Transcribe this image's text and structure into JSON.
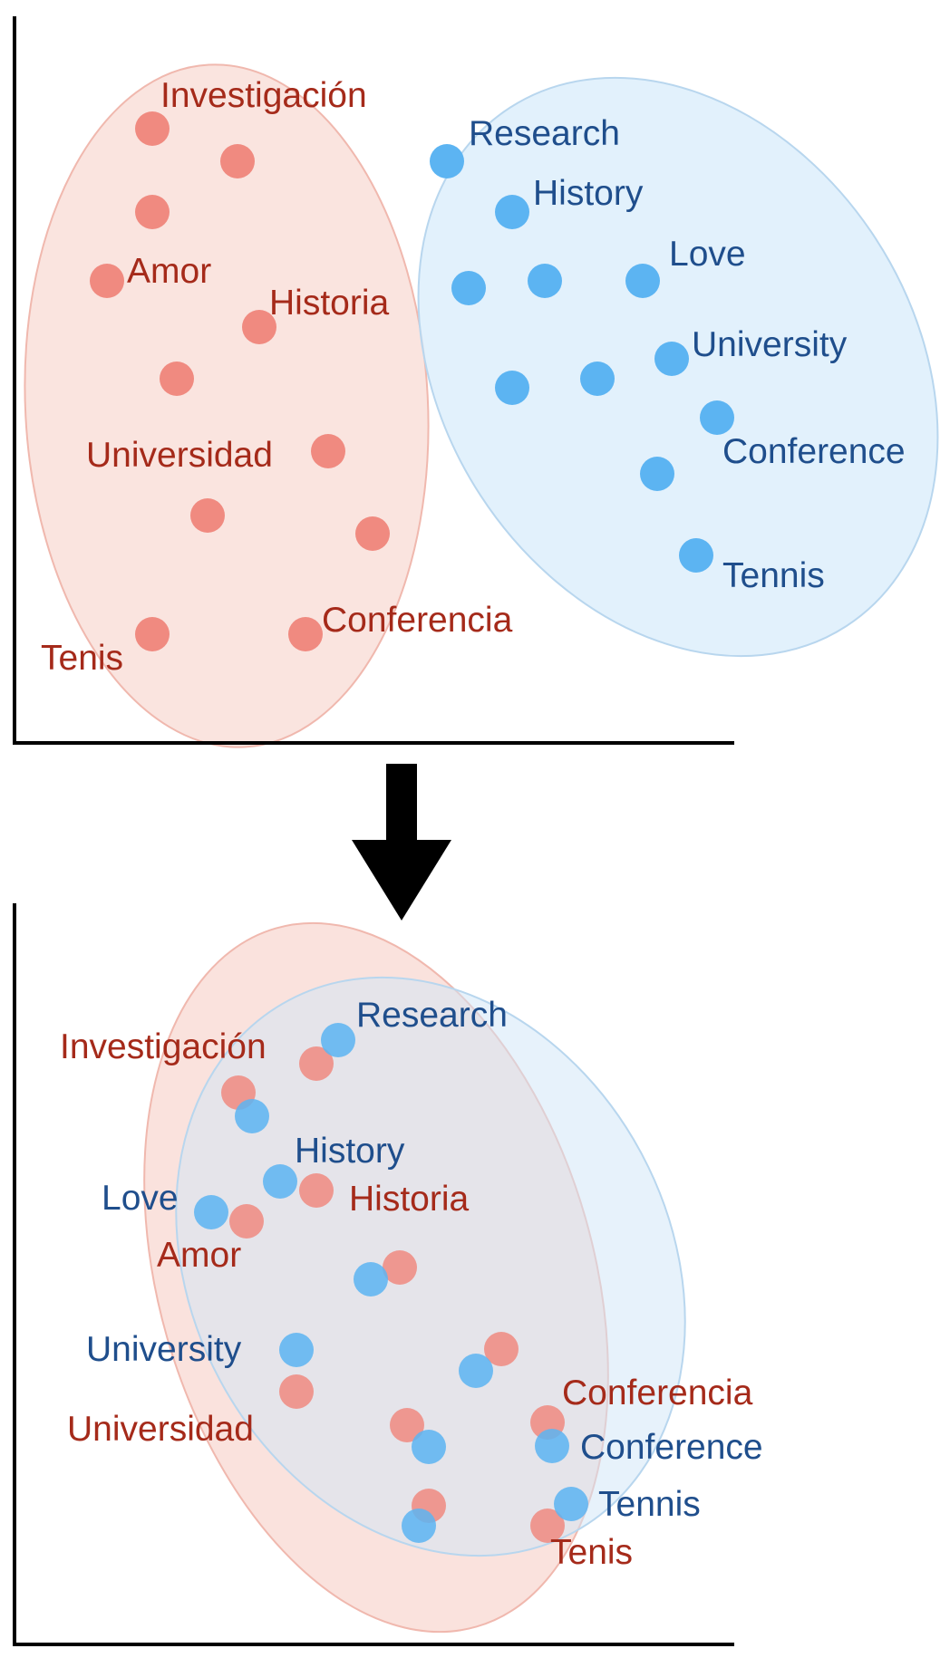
{
  "colors": {
    "spanish_point": "#f08a80",
    "spanish_text": "#a52a1a",
    "spanish_hull_fill": "#f8d5ce",
    "spanish_hull_stroke": "#f0b8ae",
    "english_point": "#5cb4f2",
    "english_text": "#1f4e8c",
    "english_hull_fill": "#d8ecfb",
    "english_hull_stroke": "#b8d6ee",
    "arrow": "#000000"
  },
  "top_panel": {
    "spanish": {
      "label_text": [
        "Investigación",
        "Amor",
        "Historia",
        "Universidad",
        "Conferencia",
        "Tenis"
      ]
    },
    "english": {
      "label_text": [
        "Research",
        "History",
        "Love",
        "University",
        "Conference",
        "Tennis"
      ]
    }
  },
  "bottom_panel": {
    "spanish": {
      "label_text": [
        "Investigación",
        "Historia",
        "Amor",
        "Universidad",
        "Conferencia",
        "Tenis"
      ]
    },
    "english": {
      "label_text": [
        "Research",
        "History",
        "Love",
        "University",
        "Conference",
        "Tennis"
      ]
    }
  }
}
